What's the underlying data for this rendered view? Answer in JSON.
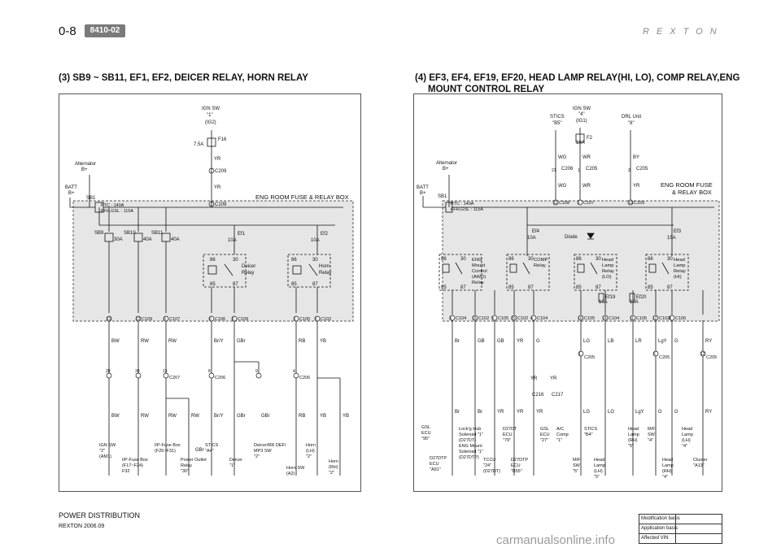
{
  "header": {
    "page_number": "0-8",
    "section_tag": "8410-02",
    "brand": "REXTON"
  },
  "left": {
    "title": "(3) SB9 ~ SB11, EF1, EF2, DEICER RELAY, HORN RELAY",
    "box_label": "ENG ROOM FUSE & RELAY BOX",
    "batt": "BATT",
    "batt_plus": "B+",
    "alternator": "Alternator",
    "alt_plus": "B+",
    "sb1": "SB1",
    "ptc": "PTC : 140A",
    "ffh": "FFH,GSL : 115A",
    "ign_sw": "IGN SW",
    "ign_pin": "\"1\"",
    "ign_mode": "(IG2)",
    "f16": "F16",
    "f16_amp": "7.5A",
    "yr": "YR",
    "c209": "C209",
    "c109": "C109",
    "fuses": [
      {
        "name": "SB9",
        "amp": "30A"
      },
      {
        "name": "SB10",
        "amp": "40A"
      },
      {
        "name": "SB11",
        "amp": "40A"
      }
    ],
    "ef1": "Ef1",
    "ef1_amp": "10A",
    "ef2": "Ef2",
    "ef2_amp": "10A",
    "deicer_relay": [
      "Deicer",
      "Relay"
    ],
    "horn_relay": [
      "Horn",
      "Relay"
    ],
    "pins": {
      "p86": "86",
      "p30": "30",
      "p85": "85",
      "p87": "87"
    },
    "conn_row": [
      {
        "n": "13",
        "c": ""
      },
      {
        "n": "12",
        "c": "C109"
      },
      {
        "n": "9",
        "c": "C107"
      },
      {
        "n": "6",
        "c": "C106"
      },
      {
        "n": "6",
        "c": "C109"
      },
      {
        "n": "1",
        "c": "C105"
      },
      {
        "n": "5",
        "c": "C102"
      }
    ],
    "wires_top": [
      "BW",
      "RW",
      "RW",
      "Br/Y",
      "GBr",
      "RB",
      "YB"
    ],
    "gbr_mid": "GBr",
    "splices": [
      {
        "n": "28",
        "c": ""
      },
      {
        "n": "39",
        "c": ""
      },
      {
        "n": "13",
        "c": "C207"
      },
      {
        "n": "8",
        "c": "C206"
      },
      {
        "n": "9",
        "c": ""
      },
      {
        "n": "4",
        "c": "C206"
      }
    ],
    "wires_bot": [
      "BW",
      "RW",
      "RW",
      "RW",
      "Br/Y",
      "GBr",
      "GBr",
      "RB",
      "YB",
      "YB"
    ],
    "loads": [
      [
        "IGN SW",
        "\"2\"",
        "(AM1)"
      ],
      [
        "I/P-Fuse Box",
        "(F17~F24)",
        "F32"
      ],
      [
        "I/P-Fuse Box",
        "(F25~F31)"
      ],
      [
        "Power Outlet",
        "Relay",
        "\"30\""
      ],
      [
        "STICS",
        "\"A4\""
      ],
      [
        "Deicer",
        "\"1\""
      ],
      [
        "Deicer/RR DEF/",
        "MP3 SW",
        "\"2\""
      ],
      [
        "Horn SW",
        "(A2)"
      ],
      [
        "Horn",
        "(LH)",
        "\"2\""
      ],
      [
        "Horn",
        "(RH)",
        "\"2\""
      ]
    ]
  },
  "right": {
    "title_l1": "(4) EF3, EF4, EF19, EF20, HEAD LAMP RELAY(HI, LO), COMP RELAY,ENG",
    "title_l2": "MOUNT CONTROL RELAY",
    "box_label_l1": "ENG ROOM FUSE",
    "box_label_l2": "& RELAY BOX",
    "batt": "BATT",
    "batt_plus": "B+",
    "alternator": "Alternator",
    "alt_plus": "B+",
    "sb1": "SB1",
    "ptc": "PTC : 140A",
    "ffh": "FFH,GSL : 115A",
    "stics": [
      "STICS",
      "\"B5\""
    ],
    "ign": [
      "IGN SW",
      "\"4\"",
      "(IG1)"
    ],
    "drl": [
      "DRL Unit",
      "\"8\""
    ],
    "f2": "F2",
    "f2_amp": "10A",
    "top_wires": {
      "wg": "WG",
      "wr": "WR",
      "by": "BY",
      "yr": "YR",
      "c206": "C206",
      "c205": "C205",
      "n21": "21",
      "n1": "1",
      "n3": "3"
    },
    "hdr_conn": [
      {
        "n": "11",
        "c": "C108"
      },
      {
        "n": "1",
        "c": "C107"
      },
      {
        "n": "10",
        "c": "C109"
      }
    ],
    "ef4": "Ef4",
    "ef4_amp": "10A",
    "ef3": "Ef3",
    "ef3_amp": "15A",
    "diode": "Diode",
    "relays": [
      [
        "ENG",
        "Mount",
        "Control",
        "(AWD)",
        "Relay"
      ],
      [
        "COMP",
        "Relay"
      ],
      [
        "Head",
        "Lamp",
        "Relay",
        "(LO)"
      ],
      [
        "Head",
        "Lamp",
        "Relay",
        "(HI)"
      ]
    ],
    "ef19": "Ef19",
    "ef19_amp": "10A",
    "ef20": "Ef20",
    "ef20_amp": "10A",
    "pins": {
      "p86": "86",
      "p30": "30",
      "p85": "85",
      "p87": "87"
    },
    "conn_row": [
      {
        "n": "3",
        "c": "C104"
      },
      {
        "n": "15",
        "c": "C102"
      },
      {
        "n": "5",
        "c": "C105"
      },
      {
        "n": "20",
        "c": "C102"
      },
      {
        "n": "4",
        "c": "C104"
      },
      {
        "n": "10",
        "c": "C105"
      },
      {
        "n": "19",
        "c": "C104"
      },
      {
        "n": "11",
        "c": "C105"
      },
      {
        "n": "12",
        "c": "C102"
      },
      {
        "n": "8",
        "c": "C106"
      }
    ],
    "wires_top": [
      "Br",
      "GB",
      "GB",
      "YR",
      "G",
      "LG",
      "LB",
      "LR",
      "LgY",
      "G",
      "RY"
    ],
    "splices": [
      {
        "n": "1",
        "c": "C205"
      },
      {
        "n": "5",
        "c": "C205"
      },
      {
        "n": "12",
        "c": "C205"
      }
    ],
    "yr_labels": [
      "YR",
      "YR"
    ],
    "c216": "C216",
    "c217": "C217",
    "wires_bot": [
      "Br",
      "Br",
      "YR",
      "YR",
      "YR",
      "LG",
      "LG",
      "LgY",
      "G",
      "G",
      "RY"
    ],
    "loads": [
      [
        "GSL",
        "ECU",
        "\"95\""
      ],
      [
        "D27DTP",
        "ECU",
        "\"A91\""
      ],
      [
        "Lock'g Hub",
        "Solenoid \"1\"",
        "(D27DT)",
        "ENG Mount",
        "Solenoid \"1\"",
        "(D27DTP)"
      ],
      [
        "TCCU",
        "\"24\"",
        "(D27DT)"
      ],
      [
        "D27DT",
        "ECU",
        "\"79\""
      ],
      [
        "D27DTP",
        "ECU",
        "\"B55\""
      ],
      [
        "GSL",
        "ECU",
        "\"27\""
      ],
      [
        "A/C",
        "Comp",
        "\"1\""
      ],
      [
        "STICS",
        "\"B4\""
      ],
      [
        "M/F",
        "SW",
        "\"5\""
      ],
      [
        "Head",
        "Lamp",
        "(LH)",
        "\"5\""
      ],
      [
        "Head",
        "Lamp",
        "(RH)",
        "\"5\""
      ],
      [
        "M/F",
        "SW",
        "\"4\""
      ],
      [
        "Head",
        "Lamp",
        "(RH)",
        "\"4\""
      ],
      [
        "Head",
        "Lamp",
        "(LH)",
        "\"4\""
      ],
      [
        "Cluster",
        "\"A13\""
      ]
    ]
  },
  "footer": {
    "title": "POWER DISTRIBUTION",
    "subtitle": "REXTON 2006.09",
    "box_rows": [
      "Modification basis",
      "Application basis",
      "Affected VIN"
    ]
  },
  "watermark": "carmanualsonline.info"
}
